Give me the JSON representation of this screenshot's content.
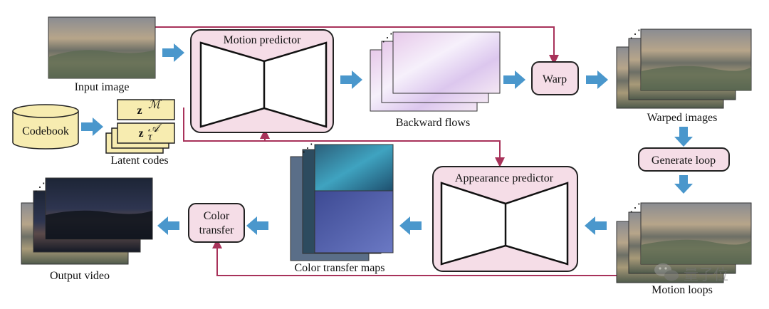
{
  "labels": {
    "input_image": "Input image",
    "codebook": "Codebook",
    "latent_code_motion_base": "z",
    "latent_code_motion_sup": "ℳ",
    "latent_code_appearance_base": "z",
    "latent_code_appearance_sup": "𝒜",
    "latent_code_appearance_sub": "τ",
    "latent_codes": "Latent codes",
    "motion_predictor": "Motion predictor",
    "backward_flows": "Backward flows",
    "warp": "Warp",
    "warped_images": "Warped images",
    "generate_loop": "Generate loop",
    "motion_loops": "Motion loops",
    "appearance_predictor": "Appearance predictor",
    "color_transfer_maps": "Color transfer maps",
    "color_transfer_line1": "Color",
    "color_transfer_line2": "transfer",
    "output_video": "Output video",
    "stack_ellipsis": "⋰",
    "watermark": "量子位"
  },
  "colors": {
    "module_fill": "#f5dde7",
    "module_stroke": "#222222",
    "codebook_fill": "#f7ecb0",
    "arrow_blue": "#4a97cc",
    "connector_red": "#a8325a"
  }
}
